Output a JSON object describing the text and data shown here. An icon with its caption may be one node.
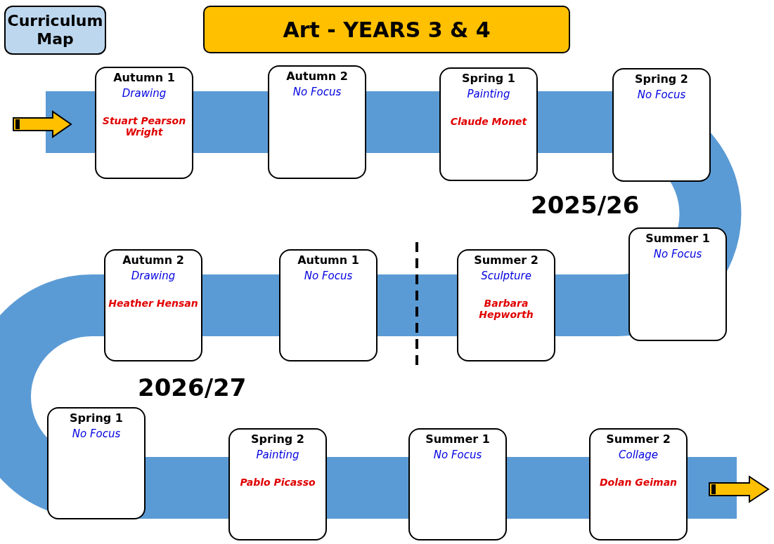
{
  "diagram": {
    "nodes": [
      {
        "text": [
          "Curriculum Map"
        ]
      },
      {
        "text": [
          "Art - YEARS 3 & 4"
        ]
      },
      {
        "text": [
          "Autumn 1",
          "Drawing",
          "Stuart Pearson Wright"
        ]
      },
      {
        "text": [
          "Autumn 2",
          "No Focus"
        ]
      },
      {
        "text": [
          "Spring 1",
          "Painting",
          "Claude Monet"
        ]
      },
      {
        "text": [
          "Spring 2",
          "No Focus"
        ]
      },
      {
        "text": [
          "Summer 1",
          "No Focus"
        ]
      },
      {
        "text": [
          "Autumn 2",
          "Drawing",
          "Heather Hensan"
        ]
      },
      {
        "text": [
          "Autumn 1",
          "No Focus"
        ]
      },
      {
        "text": [
          "Summer 2",
          "Sculpture",
          "Barbara Hepworth"
        ]
      },
      {
        "text": [
          "Spring 1",
          "No Focus"
        ]
      },
      {
        "text": [
          "Spring 2",
          "Painting",
          "Pablo Picasso"
        ]
      },
      {
        "text": [
          "Summer 1",
          "No Focus"
        ]
      },
      {
        "text": [
          "Summer 2",
          "Collage",
          "Dolan Geiman"
        ]
      }
    ],
    "labels": [
      "2025/26",
      "2026/27"
    ]
  }
}
